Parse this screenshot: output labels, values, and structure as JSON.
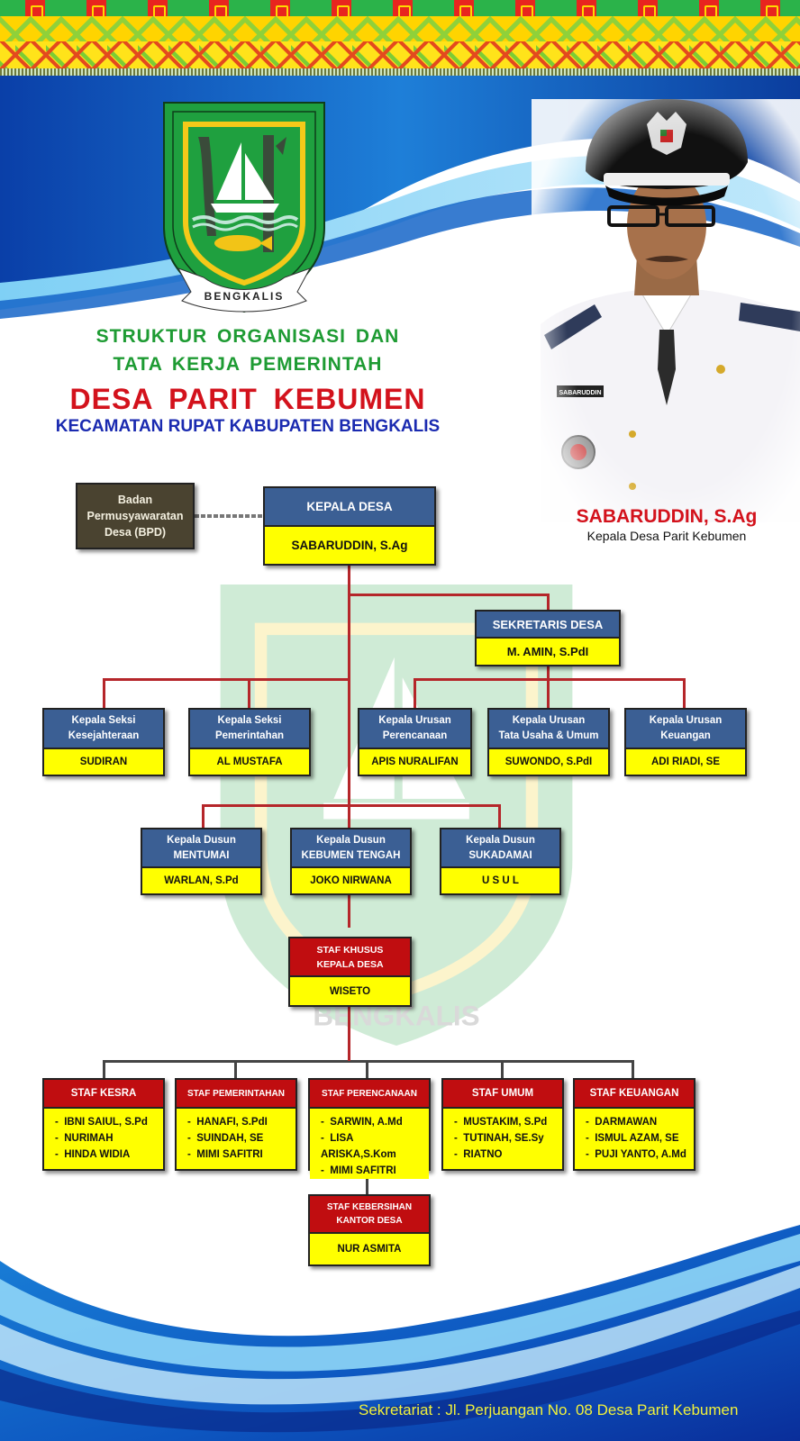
{
  "header": {
    "title_line1": "STRUKTUR  ORGANISASI  DAN",
    "title_line2": "TATA  KERJA  PEMERINTAH",
    "village": "DESA  PARIT  KEBUMEN",
    "district": "KECAMATAN RUPAT KABUPATEN BENGKALIS"
  },
  "logo": {
    "ribbon_text": "BENGKALIS",
    "icon": "bengkalis-coat-of-arms"
  },
  "portrait": {
    "name_tag": "SABARUDDIN",
    "caption_name": "SABARUDDIN, S.Ag",
    "caption_role": "Kepala Desa Parit Kebumen"
  },
  "colors": {
    "header_blue": "#3b5f94",
    "header_red": "#c00d10",
    "name_yellow": "#ffff00",
    "bpd_brown": "#4a4330",
    "connector_red": "#b5262a",
    "title_green": "#1e9b33",
    "title_red": "#d3121c",
    "title_blue": "#1a2ab0",
    "footer_yellow": "#f2f23a"
  },
  "org": {
    "bpd": {
      "line1": "Badan",
      "line2": "Permusyawaratan",
      "line3": "Desa (BPD)"
    },
    "kepala_desa": {
      "title": "KEPALA DESA",
      "name": "SABARUDDIN,  S.Ag"
    },
    "sekretaris": {
      "title": "SEKRETARIS  DESA",
      "name": "M. AMIN, S.PdI"
    },
    "kasi": [
      {
        "title1": "Kepala Seksi",
        "title2": "Kesejahteraan",
        "name": "SUDIRAN"
      },
      {
        "title1": "Kepala Seksi",
        "title2": "Pemerintahan",
        "name": "AL MUSTAFA"
      }
    ],
    "kaur": [
      {
        "title1": "Kepala Urusan",
        "title2": "Perencanaan",
        "name": "APIS NURALIFAN"
      },
      {
        "title1": "Kepala Urusan",
        "title2": "Tata Usaha & Umum",
        "name": "SUWONDO, S.PdI"
      },
      {
        "title1": "Kepala Urusan",
        "title2": "Keuangan",
        "name": "ADI RIADI, SE"
      }
    ],
    "kadus": [
      {
        "title1": "Kepala Dusun",
        "title2": "MENTUMAI",
        "name": "WARLAN, S.Pd"
      },
      {
        "title1": "Kepala Dusun",
        "title2": "KEBUMEN TENGAH",
        "name": "JOKO NIRWANA"
      },
      {
        "title1": "Kepala Dusun",
        "title2": "SUKADAMAI",
        "name": "U S U L"
      }
    ],
    "staf_khusus": {
      "title1": "STAF  KHUSUS",
      "title2": "KEPALA  DESA",
      "name": "WISETO"
    },
    "staf": [
      {
        "title": "STAF KESRA",
        "members": [
          "IBNI SAIUL, S.Pd",
          "NURIMAH",
          "HINDA WIDIA"
        ]
      },
      {
        "title": "STAF  PEMERINTAHAN",
        "members": [
          "HANAFI, S.PdI",
          "SUINDAH, SE",
          "MIMI SAFITRI"
        ]
      },
      {
        "title": "STAF  PERENCANAAN",
        "members": [
          "SARWIN, A.Md",
          "LISA ARISKA,S.Kom",
          "MIMI SAFITRI"
        ]
      },
      {
        "title": "STAF UMUM",
        "members": [
          "MUSTAKIM, S.Pd",
          "TUTINAH, SE.Sy",
          "RIATNO"
        ]
      },
      {
        "title": "STAF KEUANGAN",
        "members": [
          "DARMAWAN",
          "ISMUL AZAM, SE",
          "PUJI YANTO, A.Md"
        ]
      }
    ],
    "staf_kebersihan": {
      "title1": "STAF  KEBERSIHAN",
      "title2": "KANTOR  DESA",
      "name": "NUR ASMITA"
    }
  },
  "footer": {
    "address": "Sekretariat : Jl. Perjuangan No. 08 Desa Parit Kebumen"
  }
}
